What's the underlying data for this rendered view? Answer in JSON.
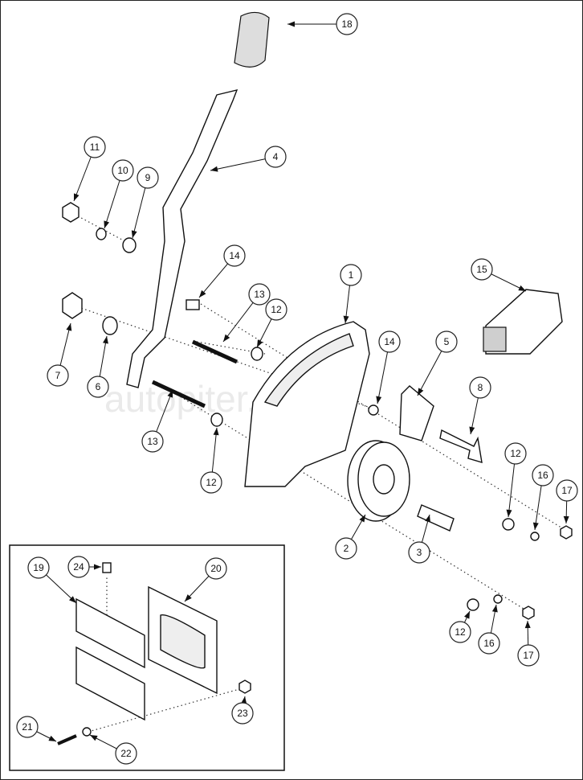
{
  "diagram": {
    "type": "exploded parts diagram",
    "watermark": "autopiter.ru",
    "callouts": [
      "18",
      "4",
      "11",
      "10",
      "9",
      "14",
      "13",
      "12",
      "1",
      "15",
      "7",
      "6",
      "14",
      "5",
      "8",
      "13",
      "12",
      "2",
      "3",
      "12",
      "16",
      "17",
      "12",
      "16",
      "17",
      "24",
      "20",
      "19",
      "23",
      "21",
      "22"
    ]
  }
}
